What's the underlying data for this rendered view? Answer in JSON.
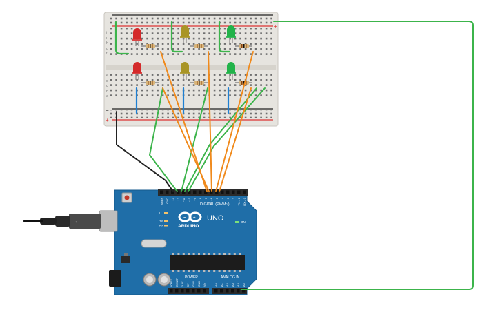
{
  "board": {
    "brand": "ARDUINO",
    "model": "UNO",
    "on_label": "ON",
    "tx_label": "TX",
    "rx_label": "RX",
    "l_label": "L",
    "digital_label": "DIGITAL (PWM~)",
    "power_label": "POWER",
    "analog_label": "ANALOG IN",
    "digital_pins": [
      "AREF",
      "GND",
      "13",
      "12",
      "~11",
      "~10",
      "~9",
      "8",
      "7",
      "~6",
      "~5",
      "4",
      "~3",
      "2",
      "TX→1",
      "RX←0"
    ],
    "power_pins": [
      "IOREF",
      "RESET",
      "3.3V",
      "5V",
      "GND",
      "GND",
      "Vin"
    ],
    "analog_pins": [
      "A0",
      "A1",
      "A2",
      "A3",
      "A4",
      "A5"
    ]
  },
  "breadboard": {
    "rail_plus": "+",
    "rail_minus": "−",
    "row_letters_top": [
      "j",
      "i",
      "h",
      "g",
      "f"
    ],
    "row_letters_bottom": [
      "e",
      "d",
      "c",
      "b",
      "a"
    ]
  },
  "components": {
    "leds": [
      {
        "color_name": "red",
        "color": "#d42a2a"
      },
      {
        "color_name": "yellow",
        "color": "#a99526"
      },
      {
        "color_name": "green",
        "color": "#22b34a"
      },
      {
        "color_name": "red",
        "color": "#d42a2a"
      },
      {
        "color_name": "yellow",
        "color": "#a99526"
      },
      {
        "color_name": "green",
        "color": "#22b34a"
      }
    ]
  },
  "colors": {
    "board": "#1f6ea8",
    "wire_green": "#3cb44b",
    "wire_orange": "#f08a1c",
    "wire_black": "#222222",
    "wire_blue": "#1f7fd1",
    "breadboard": "#e8e6e1"
  }
}
